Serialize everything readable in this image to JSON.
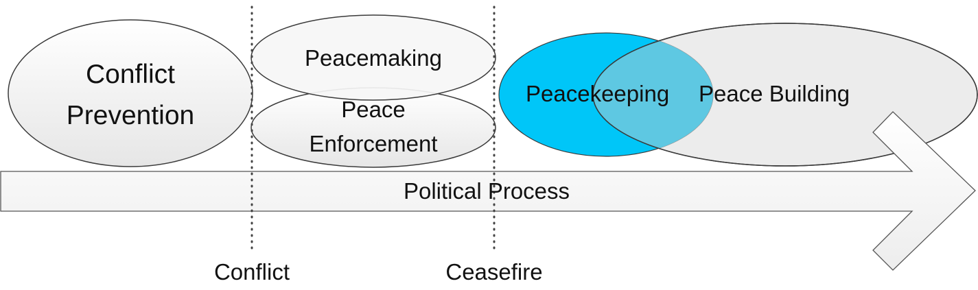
{
  "stages": {
    "conflict_prevention": {
      "line1": "Conflict",
      "line2": "Prevention"
    },
    "peacemaking": "Peacemaking",
    "peace_enforcement": {
      "line1": "Peace",
      "line2": "Enforcement"
    },
    "peacekeeping": "Peacekeeping",
    "peace_building": "Peace Building"
  },
  "arrow": {
    "label": "Political Process"
  },
  "milestones": {
    "conflict": "Conflict",
    "ceasefire": "Ceasefire"
  },
  "colors": {
    "peacekeeping_fill": "#00C6F8",
    "overlap_fill": "#5EC8E2",
    "peace_building_fill": "#DCDCDC",
    "ellipse_stroke": "#3A3A3A"
  }
}
